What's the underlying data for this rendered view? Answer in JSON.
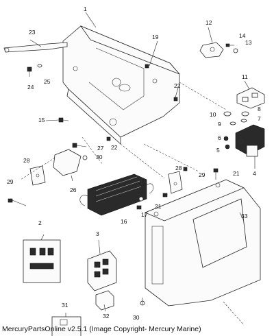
{
  "callouts": {
    "c1": "1",
    "c2": "2",
    "c3": "3",
    "c4": "4",
    "c5": "5",
    "c6": "6",
    "c7": "7",
    "c8": "8",
    "c9": "9",
    "c10": "10",
    "c11": "11",
    "c12": "12",
    "c13": "13",
    "c14": "14",
    "c15": "15",
    "c16": "16",
    "c17": "17",
    "c19": "19",
    "c21a": "21",
    "c21b": "21",
    "c22a": "22",
    "c22b": "22",
    "c23": "23",
    "c24": "24",
    "c25": "25",
    "c26": "26",
    "c27": "27",
    "c28a": "28",
    "c28b": "28",
    "c29a": "29",
    "c29b": "29",
    "c30a": "30",
    "c30b": "30",
    "c31": "31",
    "c32": "32",
    "c33": "33"
  },
  "caption": "MercuryPartsOnline v2.5.1 (Image Copyright- Mercury Marine)"
}
